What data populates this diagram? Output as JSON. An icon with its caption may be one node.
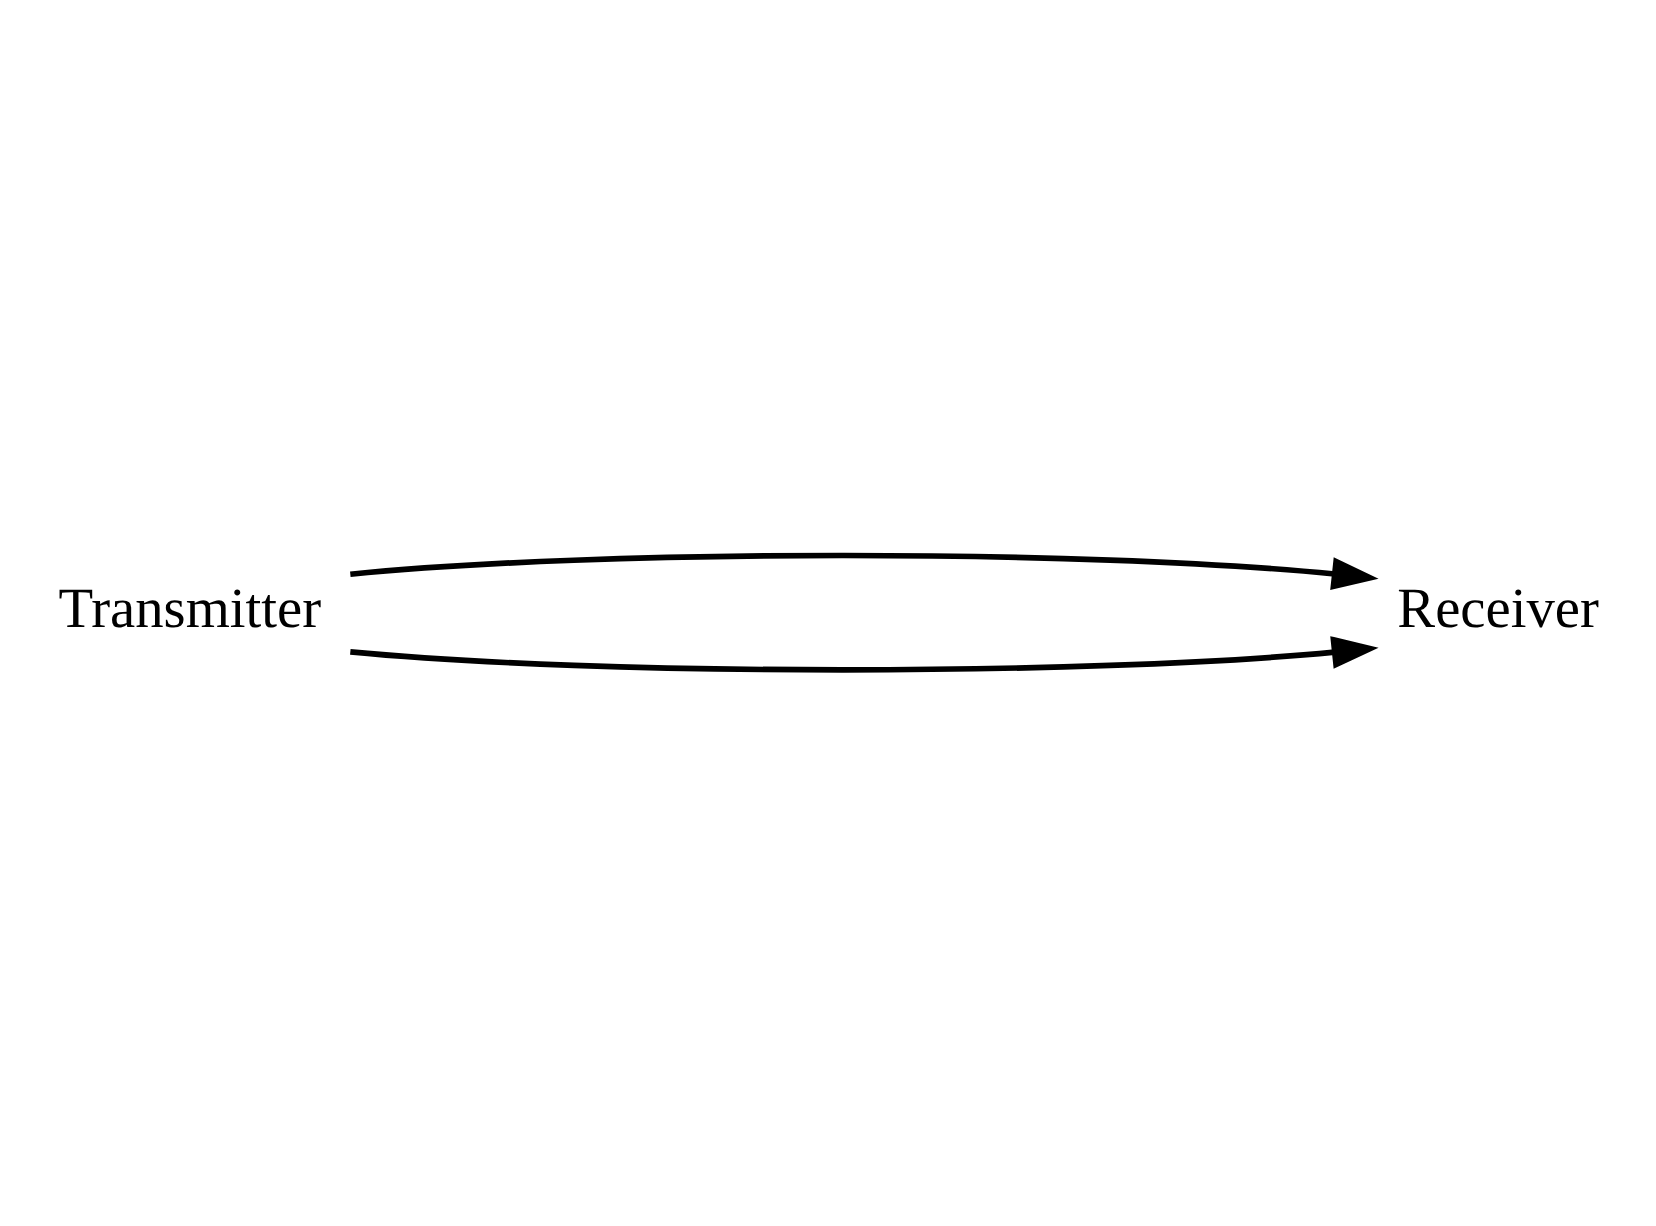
{
  "diagram": {
    "nodes": [
      {
        "text": [
          "Transmitter"
        ]
      },
      {
        "text": [
          "Receiver"
        ]
      }
    ],
    "edges": [
      {
        "from": 0,
        "to": 1,
        "arrow": "to"
      },
      {
        "from": 0,
        "to": 1,
        "arrow": "to"
      }
    ]
  }
}
